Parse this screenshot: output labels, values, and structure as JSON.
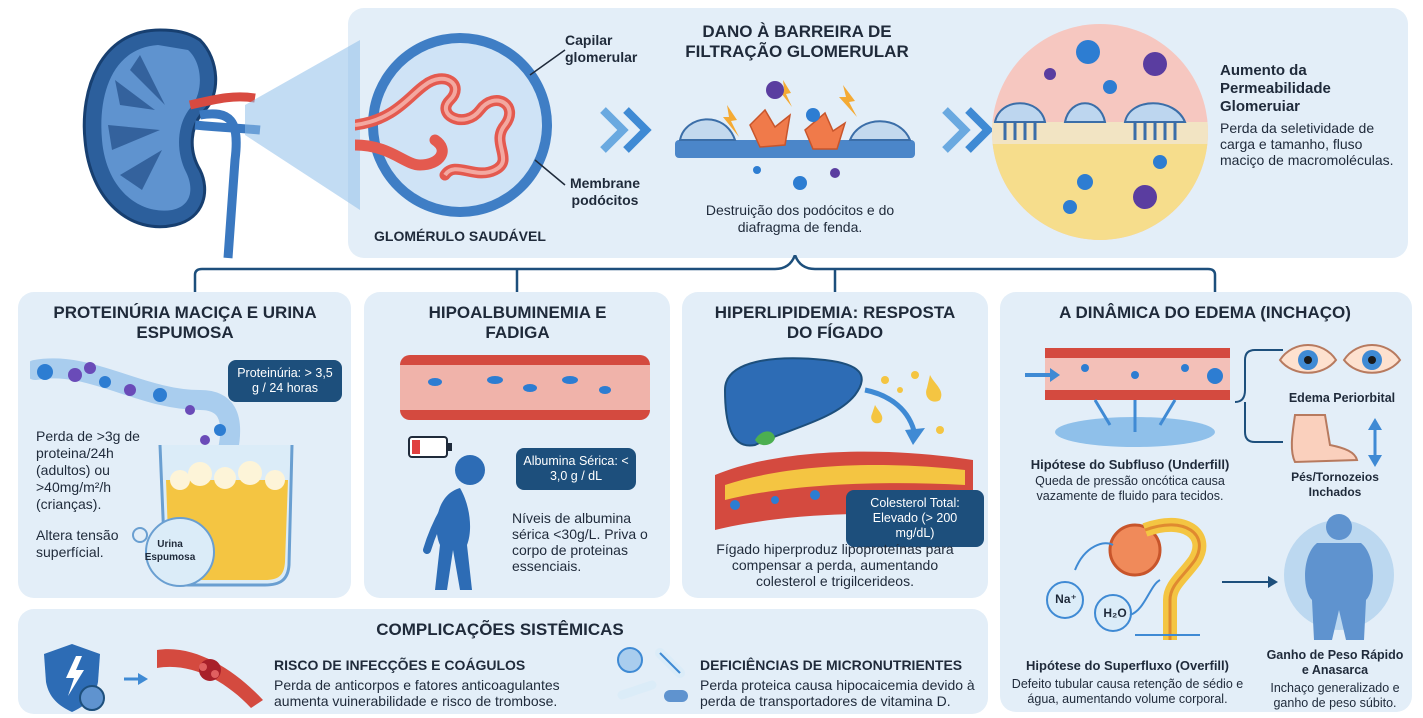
{
  "top": {
    "capillary_label": "Capilar glomerular",
    "membrane_label": "Membrane podócitos",
    "healthy_label": "GLOMÉRULO SAUDÁVEL",
    "damage_title": "DANO À BARREIRA DE FILTRAÇÃO GLOMERULAR",
    "damage_caption": "Destruição dos podócitos e do diafragma de fenda.",
    "perm_title": "Aumento da Permeabilidade Glomeruiar",
    "perm_text": "Perda da seletividade de carga e tamanho, fluso maciço de macromoléculas."
  },
  "protein": {
    "title": "PROTEINÚRIA MACIÇA E URINA ESPUMOSA",
    "badge": "Proteinúria: > 3,5 g / 24 horas",
    "text1": "Perda de >3g de proteina/24h (adultos) ou >40mg/m²/h (crianças).",
    "text2": "Altera tensão superfícial.",
    "bubble": "Urina Espumosa"
  },
  "albumin": {
    "title": "HIPOALBUMINEMIA E FADIGA",
    "badge": "Albumina Sérica: < 3,0 g / dL",
    "text": "Níveis de albumina sérica <30g/L. Priva o corpo de proteinas essenciais."
  },
  "lipid": {
    "title": "HIPERLIPIDEMIA: RESPOSTA DO FÍGADO",
    "badge": "Colesterol Total: Elevado (> 200 mg/dL)",
    "text": "Fígado hiperproduz lipoproteínas para compensar a perda, aumentando colesterol e trigilcerideos."
  },
  "edema": {
    "title": "A DINÂMICA DO EDEMA (INCHAÇO)",
    "under_title": "Hipótese do Subfluso (Underfill)",
    "under_text": "Queda de pressão oncótica causa vazamente de fluido para tecidos.",
    "periorbital": "Edema Periorbital",
    "feet": "Pés/Tornozeios Inchados",
    "na": "Na⁺",
    "h2o": "H₂O",
    "over_title": "Hipótese do Superfluxo (Overfill)",
    "over_text": "Defeito tubular causa retenção de sédio e água, aumentando volume corporal.",
    "weight_title": "Ganho de Peso Rápido e Anasarca",
    "weight_text": "Inchaço generalizado e ganho de peso súbito."
  },
  "compl": {
    "title": "COMPLICAÇÕES SISTÊMICAS",
    "risk_title": "RISCO DE INFECÇÕES E COÁGULOS",
    "risk_text": "Perda de anticorpos e fatores anticoagulantes aumenta vuinerabilidade e risco de trombose.",
    "def_title": "DEFICIÊNCIAS DE MICRONUTRIENTES",
    "def_text": "Perda proteica causa hipocaicemia devido à perda de transportadores de vitamina D."
  }
}
